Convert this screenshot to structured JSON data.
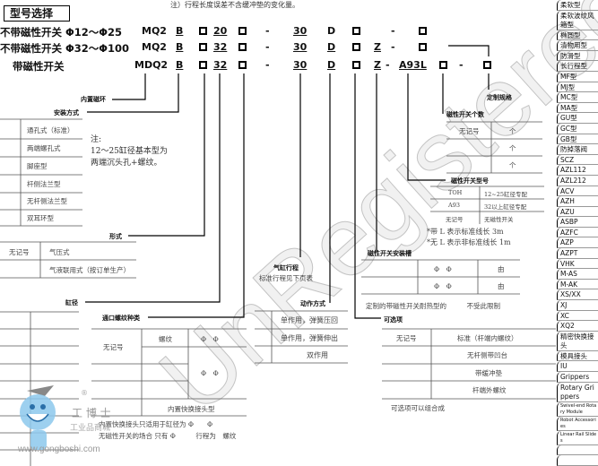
{
  "top_note": "注）行程长度误差不含缓冲垫的变化量。",
  "title": "型号选择",
  "rows": [
    {
      "label": "不带磁性开关 Φ12～Φ25",
      "series": "MQ2",
      "mount": "B",
      "bore": "20",
      "stroke": "30",
      "action": "D",
      "dash": "-"
    },
    {
      "label": "不带磁性开关 Φ32～Φ100",
      "series": "MQ2",
      "mount": "B",
      "bore": "32",
      "stroke": "30",
      "action": "D",
      "z": "Z",
      "dash": "-"
    },
    {
      "label": "带磁性开关",
      "series": "MDQ2",
      "mount": "B",
      "bore": "32",
      "stroke": "30",
      "action": "D",
      "z": "Z",
      "switch": "A93L",
      "dash": "-"
    }
  ],
  "labels": {
    "magnet": "内置磁环",
    "mounting": "安装方式",
    "type": "形式",
    "bore": "缸径",
    "port": "通口螺纹种类",
    "stroke": "气缸行程",
    "stroke_note": "标准行程见下页表",
    "action": "动作方式",
    "slot": "磁性开关安装槽",
    "options": "可选项",
    "switch_model": "磁性开关型号",
    "switch_count": "磁性开关个数",
    "custom": "定制规格"
  },
  "mounting_table": [
    "通孔式（标准）",
    "两端螺孔式",
    "脚座型",
    "杆侧法兰型",
    "无杆侧法兰型",
    "双耳环型"
  ],
  "mounting_note": [
    "注:",
    "12～25缸径基本型为",
    "两端沉头孔+螺纹。"
  ],
  "type_table": [
    [
      "无记号",
      "气压式"
    ],
    [
      "",
      "气液联用式（按订单生产）"
    ]
  ],
  "port_table": {
    "none": "无记号",
    "thread": "螺纹",
    "phi1": "Φ　Φ",
    "phi2": "Φ　Φ",
    "quick": "内置快换接头型",
    "notes": [
      "内置快换接头只适用于缸径为 Φ　　Φ",
      "无磁性开关的场合 只有 Φ　　　行程为　螺纹"
    ]
  },
  "action_table": [
    "单作用，弹簧压回",
    "单作用，弹簧伸出",
    "双作用"
  ],
  "slot_table": [
    [
      "Φ　Φ",
      "由"
    ],
    [
      "Φ　Φ",
      "由"
    ]
  ],
  "slot_note": "定制的带磁性开关耐热型的　　　不受此限制",
  "options_table": [
    [
      "无记号",
      "标准（杆端内螺纹）"
    ],
    [
      "",
      "无杆侧带凹台"
    ],
    [
      "",
      "带缓冲垫"
    ],
    [
      "",
      "杆端外螺纹"
    ]
  ],
  "options_note": "可选项可以组合成",
  "count_table": [
    [
      "无记号",
      "个"
    ],
    [
      "",
      "个"
    ],
    [
      "",
      "个"
    ]
  ],
  "model_table": [
    [
      "TOH",
      "12~25缸径专配"
    ],
    [
      "A93",
      "32以上缸径专配"
    ],
    [
      "无记号",
      "无磁性开关"
    ]
  ],
  "model_notes": [
    "*带 L 表示标准线长 3m",
    "*无 L 表示非标准线长 1m"
  ],
  "watermark": "UnRegistered",
  "logo": {
    "name": "工 博 士",
    "sub": "工业品商城",
    "url": "www.gongboshi.com",
    "reg": "®"
  },
  "sidebar": [
    "柔软型",
    "柔软波纹风箱型",
    "椭圆型",
    "清物用型",
    "防滑型",
    "长行程型",
    "MF型",
    "MJ型",
    "MC型",
    "MA型",
    "GU型",
    "GC型",
    "GB型",
    "防掉落阀",
    "SCZ",
    "AZL112",
    "AZL212",
    "ACV",
    "AZH",
    "AZU",
    "ASBP",
    "AZFC",
    "AZP",
    "AZPT",
    "VHK",
    "M-AS",
    "M-AK",
    "XS/XX",
    "XJ",
    "XC",
    "XQ2",
    "精密快换接头",
    "模具接头",
    "IU",
    "Grippers",
    "Rotary Grippers",
    "Swivel-end Rotary Module",
    "Robot Accessories",
    "Linear Rail Slides",
    "",
    ""
  ]
}
